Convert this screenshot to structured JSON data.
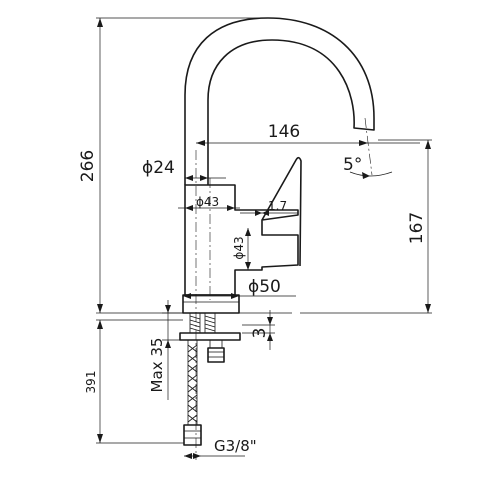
{
  "dimensions": {
    "overall_height": "266",
    "spout_reach": "146",
    "spout_diameter": "ϕ24",
    "spout_angle": "5°",
    "body_diameter_top": "ϕ43",
    "lever_offset": "1.7",
    "body_diameter_side": "ϕ43",
    "spout_height": "167",
    "base_diameter": "ϕ50",
    "base_thickness": "3",
    "max_deck_thickness": "Max 35",
    "hose_length": "391",
    "connection_thread": "G3/8\""
  }
}
